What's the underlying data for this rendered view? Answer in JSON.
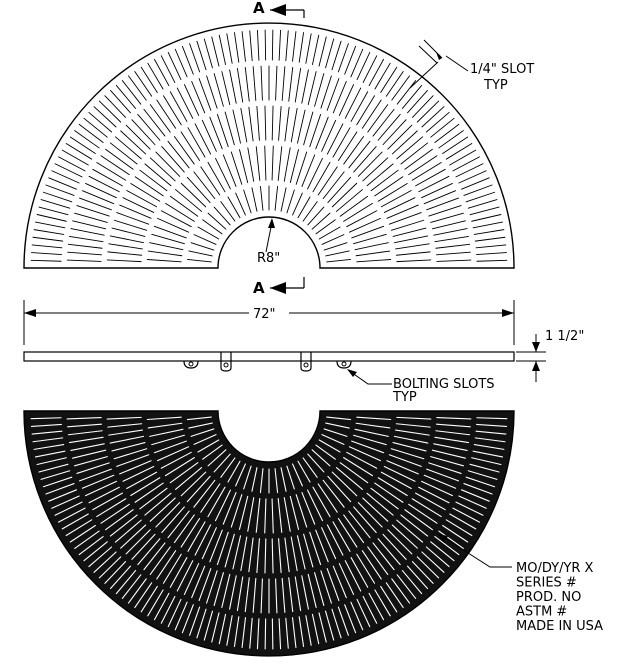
{
  "drawing": {
    "section_marker": "A",
    "slot_note": "1/4\" SLOT",
    "slot_note_typ": "TYP",
    "radius_label": "R8\"",
    "overall_width": "72\"",
    "thickness": "1 1/2\"",
    "bolting_note": "BOLTING SLOTS",
    "bolting_note_typ": "TYP",
    "stamp_lines": [
      "MO/DY/YR X",
      "SERIES #",
      "PROD. NO",
      "ASTM #",
      "MADE IN USA"
    ]
  }
}
